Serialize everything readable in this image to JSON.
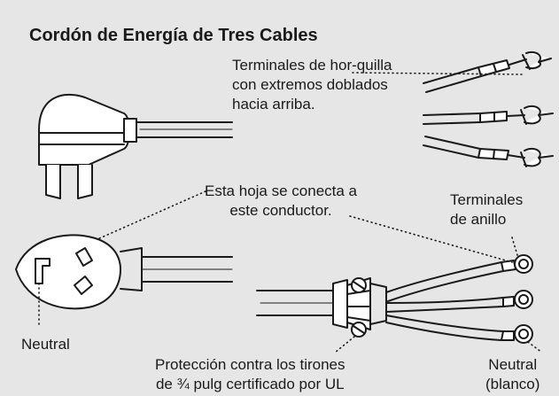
{
  "title": "Cordón de Energía de Tres Cables",
  "labels": {
    "fork_terminals": [
      "Terminales de hor-quilla",
      "con extremos doblados",
      "hacia arriba."
    ],
    "strap_connect": [
      "Esta hoja se conecta a",
      "este conductor."
    ],
    "ring_terminals": [
      "Terminales",
      "de anillo"
    ],
    "neutral_left": "Neutral",
    "strain_relief": [
      "Protección contra los tirones",
      "de ¾ pulg certificado por UL"
    ],
    "neutral_white": [
      "Neutral",
      "(blanco)"
    ]
  },
  "colors": {
    "background": "#e6e6e6",
    "ink": "#1a1a1a",
    "fill": "#ffffff"
  }
}
